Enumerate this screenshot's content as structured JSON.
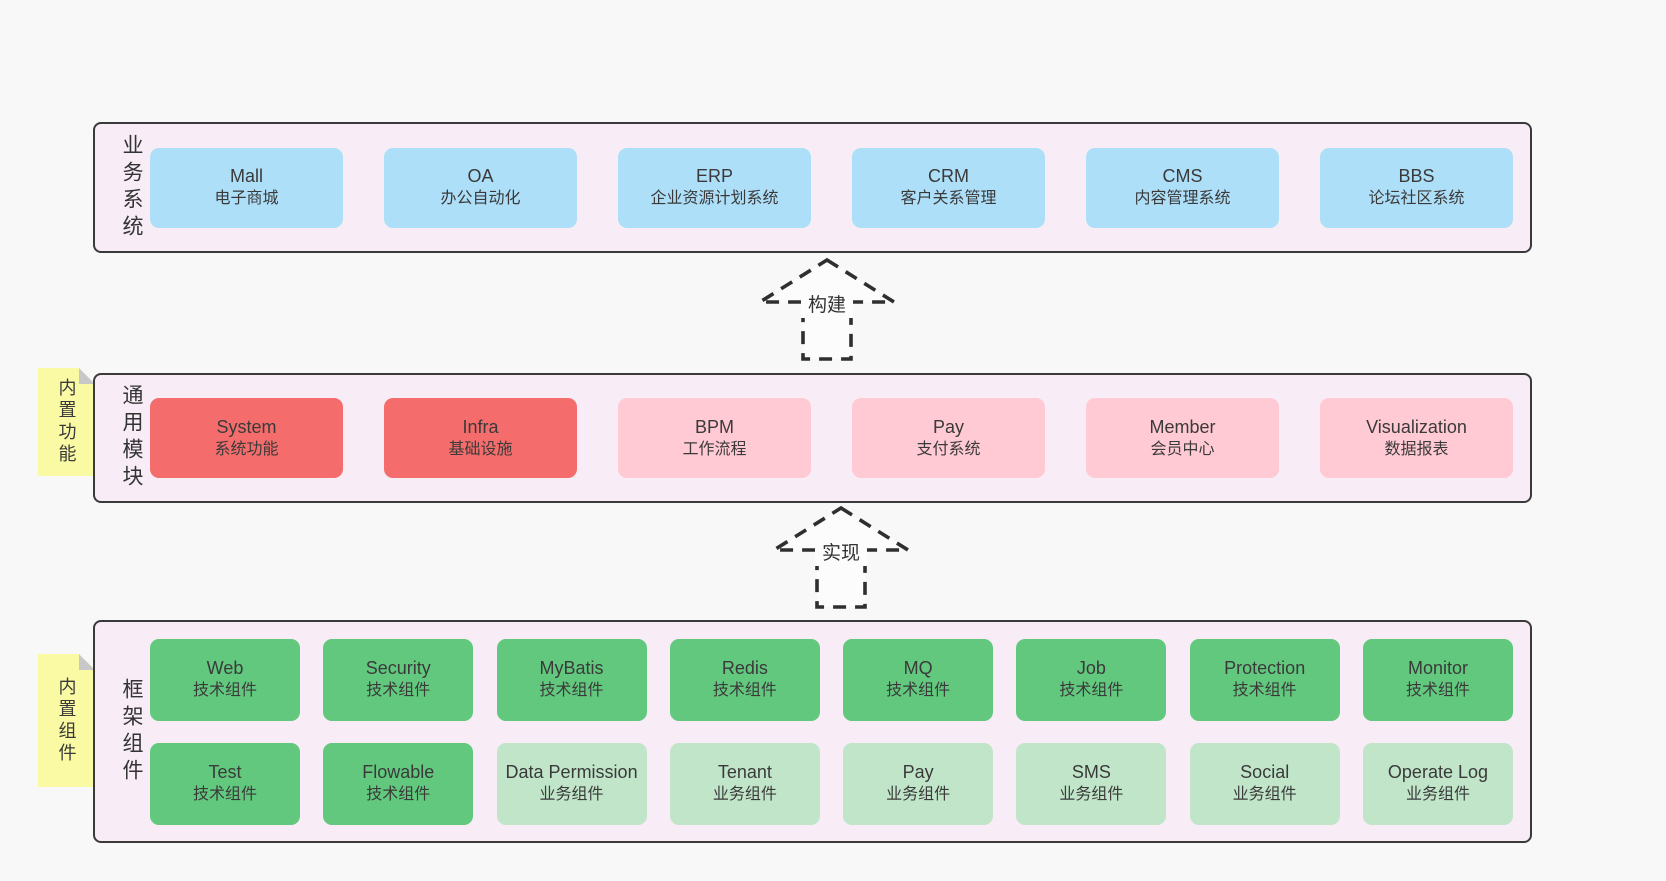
{
  "colors": {
    "page_bg": "#f8f8f8",
    "section_bg": "#f8edf7",
    "section_border": "#3a3a3a",
    "box_blue": "#aedff9",
    "box_red": "#f56c6c",
    "box_pink": "#ffcad3",
    "box_green_dark": "#62c87e",
    "box_green_light": "#c0e5c8",
    "note_yellow": "#fafaa5",
    "note_fold": "#c8c8c8",
    "text": "#3a3a3a"
  },
  "arrows": [
    {
      "label": "构建"
    },
    {
      "label": "实现"
    }
  ],
  "sections": [
    {
      "label": "业务系统",
      "boxes": [
        {
          "name": "Mall",
          "subtitle": "电子商城"
        },
        {
          "name": "OA",
          "subtitle": "办公自动化"
        },
        {
          "name": "ERP",
          "subtitle": "企业资源计划系统"
        },
        {
          "name": "CRM",
          "subtitle": "客户关系管理"
        },
        {
          "name": "CMS",
          "subtitle": "内容管理系统"
        },
        {
          "name": "BBS",
          "subtitle": "论坛社区系统"
        }
      ]
    },
    {
      "note": "内置功能",
      "label": "通用模块",
      "boxes": [
        {
          "name": "System",
          "subtitle": "系统功能"
        },
        {
          "name": "Infra",
          "subtitle": "基础设施"
        },
        {
          "name": "BPM",
          "subtitle": "工作流程"
        },
        {
          "name": "Pay",
          "subtitle": "支付系统"
        },
        {
          "name": "Member",
          "subtitle": "会员中心"
        },
        {
          "name": "Visualization",
          "subtitle": "数据报表"
        }
      ]
    },
    {
      "note": "内置组件",
      "label": "框架组件",
      "rows": [
        [
          {
            "name": "Web",
            "subtitle": "技术组件"
          },
          {
            "name": "Security",
            "subtitle": "技术组件"
          },
          {
            "name": "MyBatis",
            "subtitle": "技术组件"
          },
          {
            "name": "Redis",
            "subtitle": "技术组件"
          },
          {
            "name": "MQ",
            "subtitle": "技术组件"
          },
          {
            "name": "Job",
            "subtitle": "技术组件"
          },
          {
            "name": "Protection",
            "subtitle": "技术组件"
          },
          {
            "name": "Monitor",
            "subtitle": "技术组件"
          }
        ],
        [
          {
            "name": "Test",
            "subtitle": "技术组件"
          },
          {
            "name": "Flowable",
            "subtitle": "技术组件"
          },
          {
            "name": "Data Permission",
            "subtitle": "业务组件"
          },
          {
            "name": "Tenant",
            "subtitle": "业务组件"
          },
          {
            "name": "Pay",
            "subtitle": "业务组件"
          },
          {
            "name": "SMS",
            "subtitle": "业务组件"
          },
          {
            "name": "Social",
            "subtitle": "业务组件"
          },
          {
            "name": "Operate Log",
            "subtitle": "业务组件"
          }
        ]
      ]
    }
  ]
}
